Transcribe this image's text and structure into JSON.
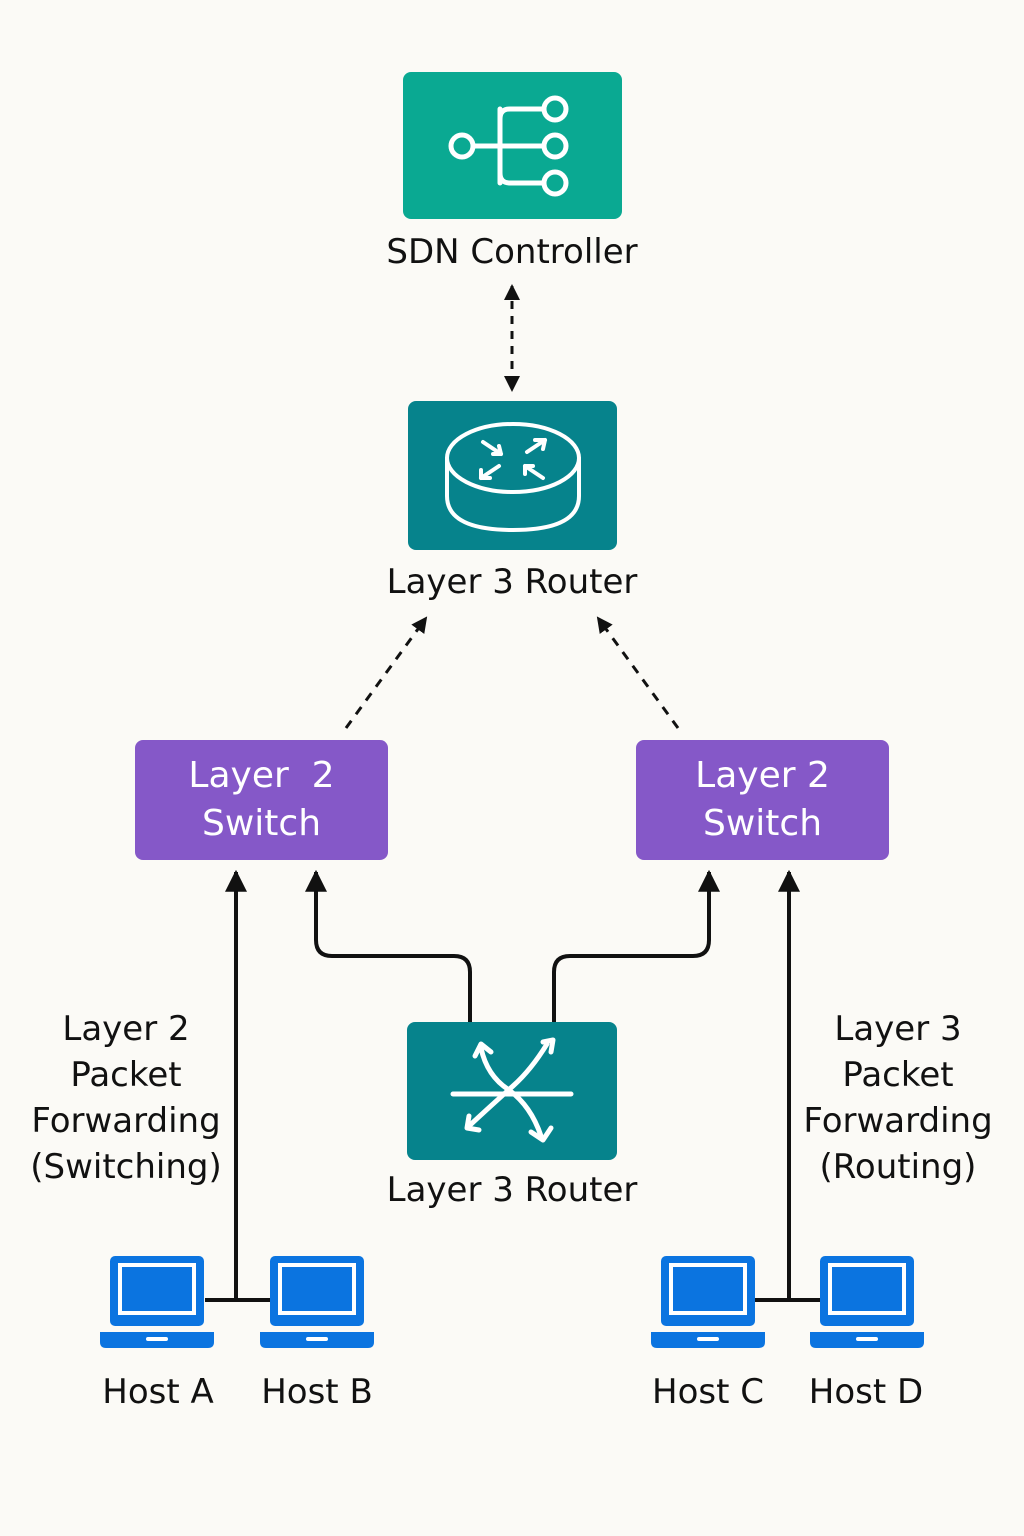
{
  "colors": {
    "controller": "#0aa992",
    "router": "#06838c",
    "switch": "#8558c8",
    "host": "#0b74e0",
    "line": "#111111",
    "background": "#fbfaf6"
  },
  "controller": {
    "label": "SDN Controller",
    "icon": "hierarchy-tree-icon"
  },
  "top_router": {
    "label": "Layer 3 Router",
    "icon": "router-icon"
  },
  "left_switch": {
    "line1": "Layer  2",
    "line2": "Switch"
  },
  "right_switch": {
    "line1": "Layer 2",
    "line2": "Switch"
  },
  "center_router": {
    "label": "Layer 3 Router",
    "icon": "crossing-arrows-icon"
  },
  "left_note": {
    "line1": "Layer 2",
    "line2": "Packet",
    "line3": "Forwarding",
    "line4": "(Switching)"
  },
  "right_note": {
    "line1": "Layer 3",
    "line2": "Packet",
    "line3": "Forwarding",
    "line4": "(Routing)"
  },
  "hosts": [
    {
      "label": "Host A",
      "icon": "laptop-icon"
    },
    {
      "label": "Host B",
      "icon": "laptop-icon"
    },
    {
      "label": "Host C",
      "icon": "laptop-icon"
    },
    {
      "label": "Host D",
      "icon": "laptop-icon"
    }
  ]
}
